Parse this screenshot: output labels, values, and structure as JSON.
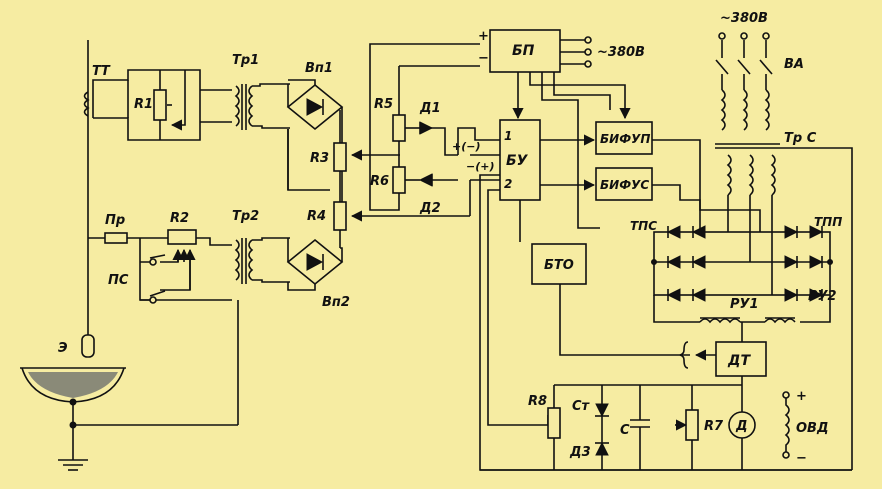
{
  "diagram": {
    "background": "#f6eca2",
    "ink": "#111111",
    "labels": {
      "TT": "ТТ",
      "R1": "R1",
      "Tr1": "Тр1",
      "Vp1": "Вп1",
      "R5": "R5",
      "D1": "Д1",
      "R3": "R3",
      "R6": "R6",
      "D2": "Д2",
      "R4": "R4",
      "Pr": "Пр",
      "R2": "R2",
      "Tr2": "Тр2",
      "PS": "ПС",
      "Vp2": "Вп2",
      "E": "Э",
      "BP": "БП",
      "supply_top": "~380В",
      "supply_bp": "~380В",
      "VA": "ВА",
      "TrS": "Тр С",
      "BIFUP": "БИФУП",
      "BIFUS": "БИФУС",
      "BU": "БУ",
      "BU_in1": "1",
      "BU_in2": "2",
      "TPS": "ТПС",
      "TPP": "ТПП",
      "BTO": "БТО",
      "RU1": "РУ1",
      "RU2": "РУ2",
      "DT": "ДТ",
      "R8": "R8",
      "St": "Ст",
      "C": "С",
      "D3": "Д3",
      "R7": "R7",
      "D": "Д",
      "OVD": "ОВД",
      "plus": "+",
      "minus": "−",
      "pol1": "+(−)",
      "pol2": "−(+)"
    }
  }
}
